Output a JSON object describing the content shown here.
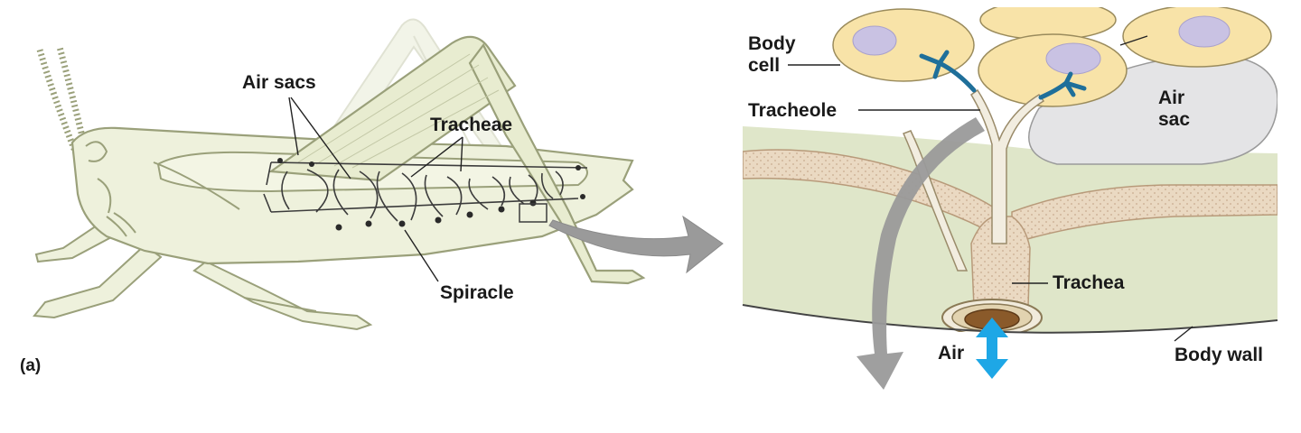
{
  "figure": {
    "panel_label": "(a)",
    "grasshopper_labels": {
      "air_sacs": "Air sacs",
      "tracheae": "Tracheae",
      "spiracle": "Spiracle"
    },
    "detail_labels": {
      "body_cell_line1": "Body",
      "body_cell_line2": "cell",
      "tracheole": "Tracheole",
      "air_sac_line1": "Air",
      "air_sac_line2": "sac",
      "trachea": "Trachea",
      "air": "Air",
      "body_wall": "Body wall"
    },
    "colors": {
      "grasshopper_fill": "#eef1dc",
      "grasshopper_outline": "#9aa07a",
      "cell_fill": "#f8e3a8",
      "nucleus": "#c9c2e3",
      "tissue": "#dfe6c9",
      "trachea_fill": "#ead9c2",
      "tracheole_blue": "#1f6f9a",
      "air_arrow": "#1ea7e6",
      "pointer_arrow": "#8f8f8f",
      "air_sac": "#e4e4e6"
    }
  }
}
